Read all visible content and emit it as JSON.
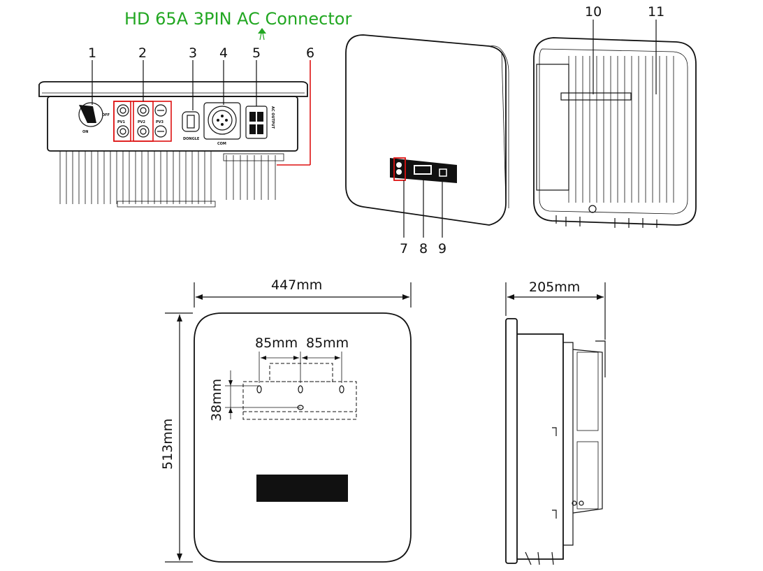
{
  "title": "HD 65A 3PIN AC Connector",
  "colors": {
    "title": "#22a722",
    "highlight": "#dd1111",
    "ink": "#111111",
    "display": "#111111"
  },
  "callouts": [
    "1",
    "2",
    "3",
    "4",
    "5",
    "6",
    "7",
    "8",
    "9",
    "10",
    "11"
  ],
  "bottom_labels": {
    "pv1": "PV1",
    "pv2": "PV2",
    "pv3": "PV3",
    "dongle": "DONGLE",
    "com": "COM",
    "ac_output": "AC OUTPUT",
    "off": "OFF",
    "on": "ON"
  },
  "dimensions": {
    "width": "447mm",
    "height": "513mm",
    "depth": "205mm",
    "hole_spacing_1": "85mm",
    "hole_spacing_2": "85mm",
    "hole_vertical": "38mm"
  }
}
